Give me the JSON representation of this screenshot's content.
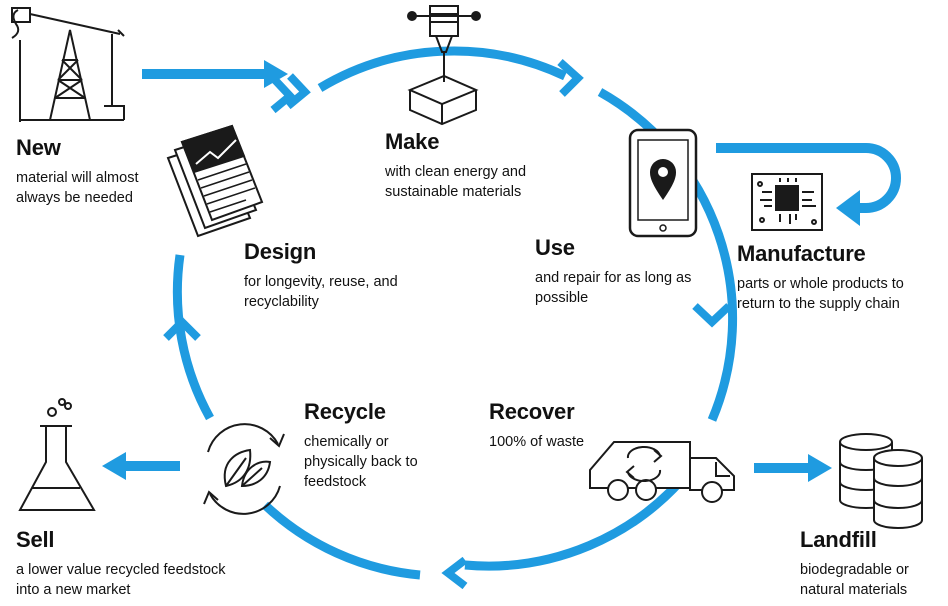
{
  "colors": {
    "arrow": "#1f9be0",
    "icon_stroke": "#1a1a1a"
  },
  "nodes": {
    "new": {
      "title": "New",
      "body": "material will almost always be needed",
      "icon": "oil-pump-jack-icon"
    },
    "make": {
      "title": "Make",
      "body": "with clean energy and sustainable materials",
      "icon": "cnc-machine-icon"
    },
    "use": {
      "title": "Use",
      "body": "and repair for as long as possible",
      "icon": "tablet-map-pin-icon"
    },
    "manufacture": {
      "title": "Manufacture",
      "body": "parts or whole products to return to the supply chain",
      "icon": "circuit-chip-icon"
    },
    "design": {
      "title": "Design",
      "body": "for longevity, reuse, and recyclability",
      "icon": "documents-chart-icon"
    },
    "recycle": {
      "title": "Recycle",
      "body": "chemically or physically back to feedstock",
      "icon": "leaf-cycle-icon"
    },
    "recover": {
      "title": "Recover",
      "body": "100% of waste",
      "icon": "recycling-truck-icon"
    },
    "sell": {
      "title": "Sell",
      "body": "a lower value recycled feedstock into a new market",
      "icon": "flask-icon"
    },
    "landfill": {
      "title": "Landfill",
      "body": "biodegradable or natural materials",
      "icon": "barrels-icon"
    }
  }
}
